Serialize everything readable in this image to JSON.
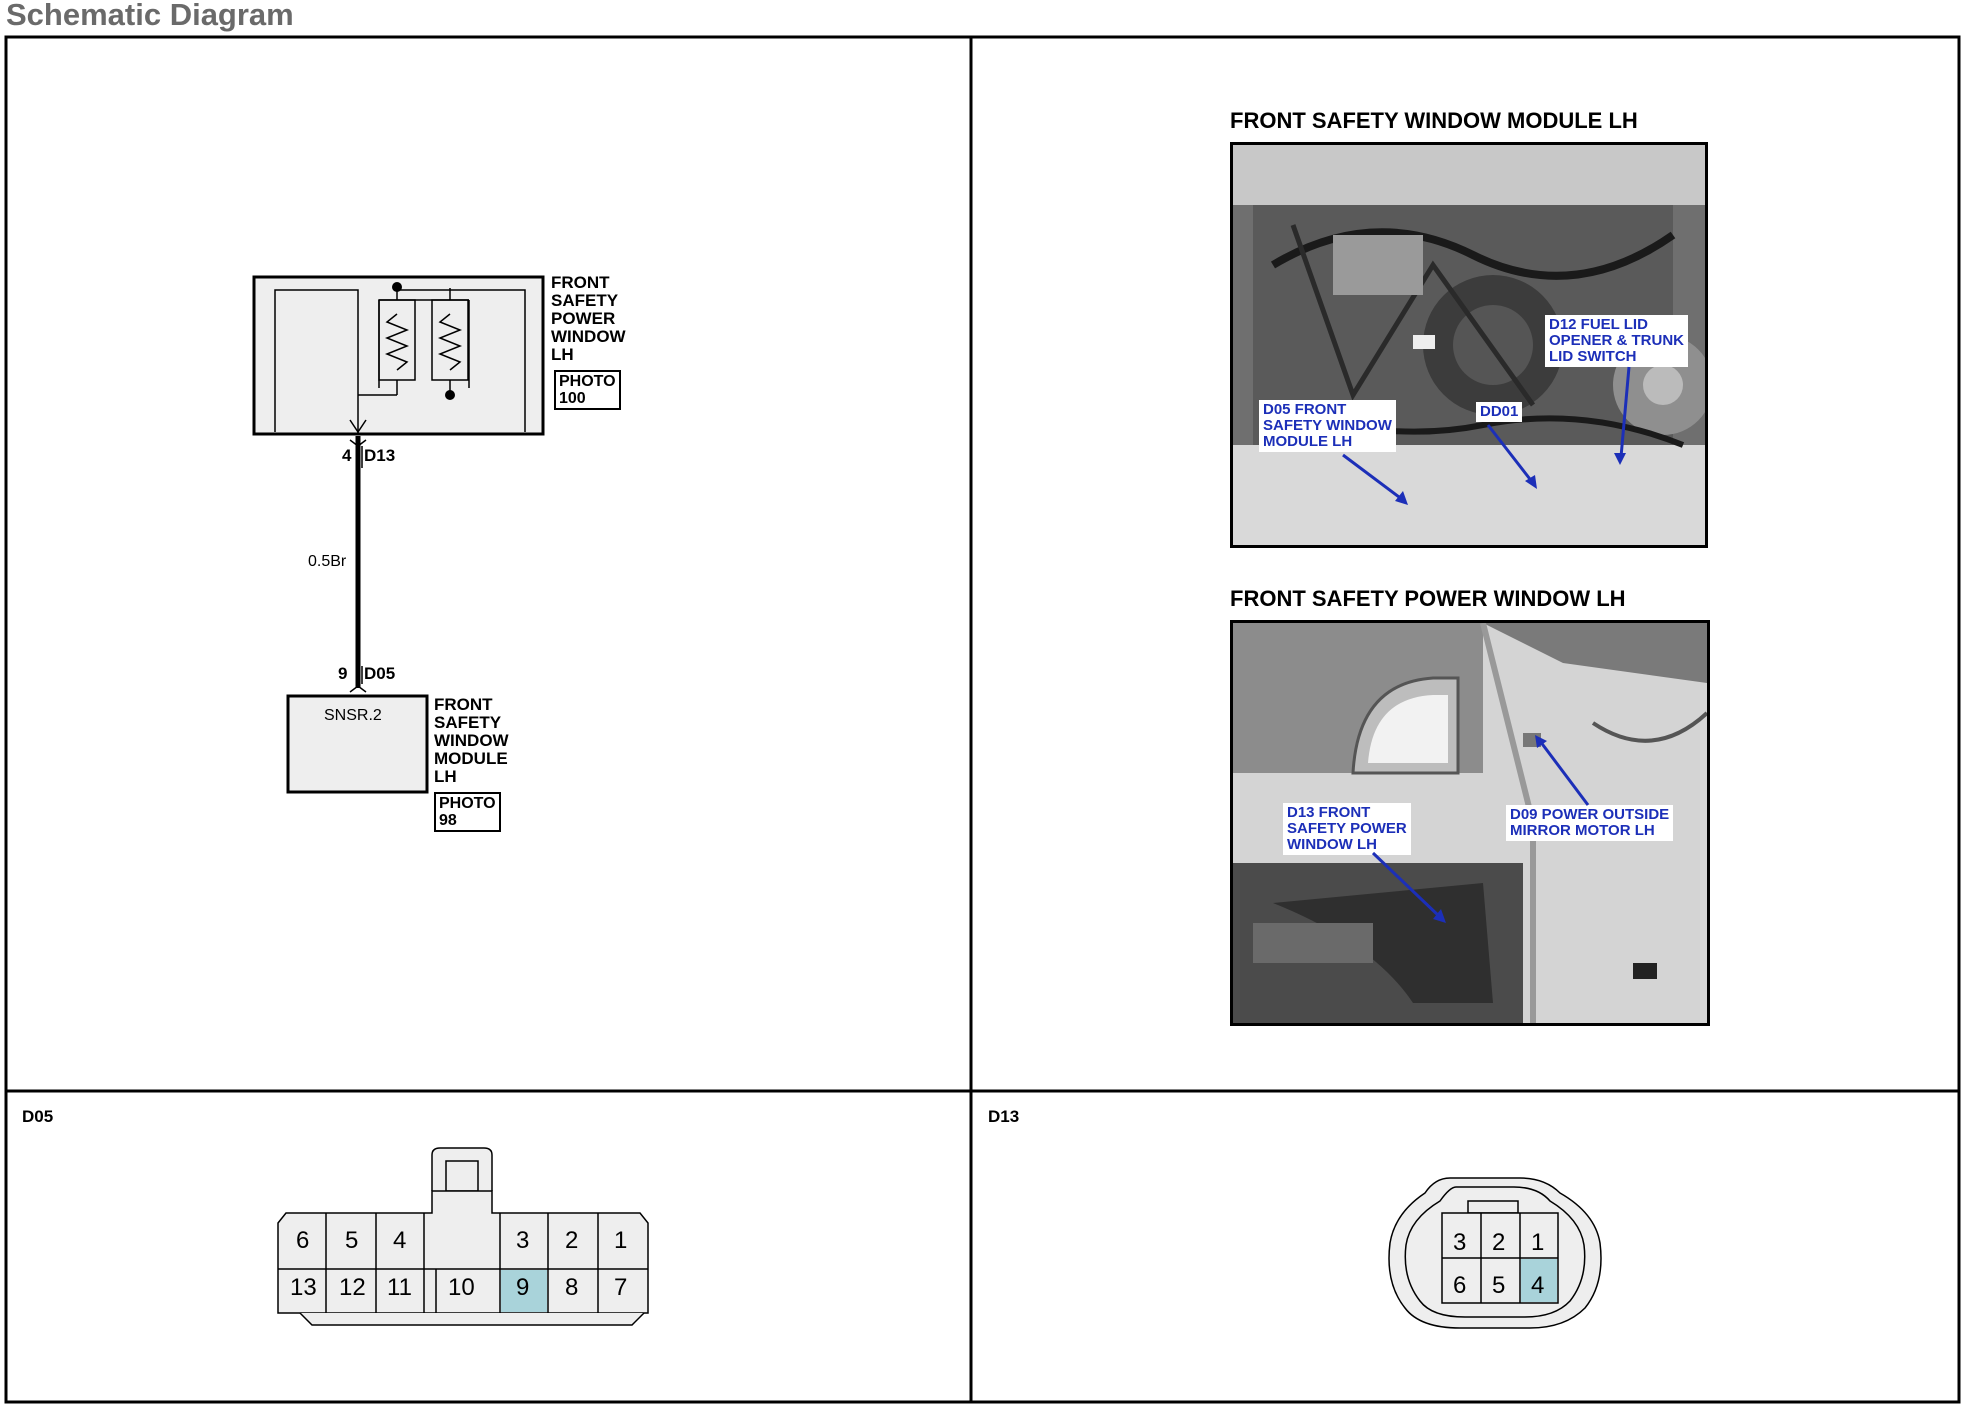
{
  "page_title": "Schematic Diagram",
  "schematic": {
    "component_top": {
      "name": "FRONT\nSAFETY\nPOWER\nWINDOW\nLH",
      "photo": "PHOTO\n100"
    },
    "component_bottom": {
      "inner_label": "SNSR.2",
      "name": "FRONT\nSAFETY\nWINDOW\nMODULE\nLH",
      "photo": "PHOTO\n98"
    },
    "pin_top": "4",
    "connector_top": "D13",
    "wire": "0.5Br",
    "pin_bottom": "9",
    "connector_bottom": "D05"
  },
  "photos": [
    {
      "title": "FRONT SAFETY WINDOW MODULE LH",
      "callouts": [
        "D12 FUEL LID\nOPENER & TRUNK\nLID SWITCH",
        "D05 FRONT\nSAFETY WINDOW\nMODULE LH",
        "DD01"
      ]
    },
    {
      "title": "FRONT SAFETY POWER WINDOW LH",
      "callouts": [
        "D13 FRONT\nSAFETY POWER\nWINDOW LH",
        "D09 POWER OUTSIDE\nMIRROR MOTOR LH"
      ]
    }
  ],
  "connectors": [
    {
      "name": "D05",
      "top_row": [
        "6",
        "5",
        "4",
        "3",
        "2",
        "1"
      ],
      "bottom_row": [
        "13",
        "12",
        "11",
        "10",
        "9",
        "8",
        "7"
      ],
      "highlight": "9"
    },
    {
      "name": "D13",
      "top_row": [
        "3",
        "2",
        "1"
      ],
      "bottom_row": [
        "6",
        "5",
        "4"
      ],
      "highlight": "4"
    }
  ],
  "colors": {
    "highlight": "#a9d3da",
    "callout_text": "#1c2fb8",
    "title_gray": "#6a6a6a",
    "connector_fill": "#eeeeee"
  }
}
